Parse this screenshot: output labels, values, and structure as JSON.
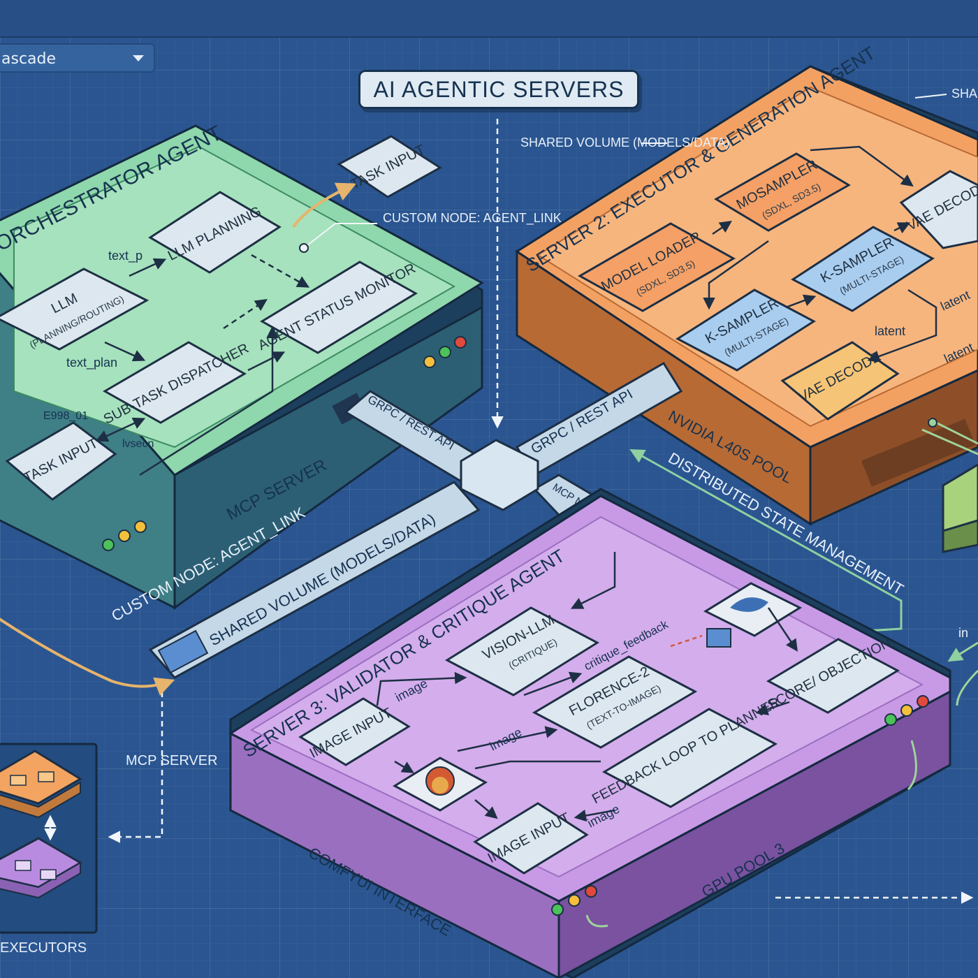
{
  "toolbar": {
    "dropdown_value": "ascade"
  },
  "title": "AI AGENTIC SERVERS",
  "colors": {
    "background": "#2a5590",
    "server1": "#7fcf9f",
    "server2": "#f3a162",
    "server3": "#c89ae6",
    "hub": "#c5d8e8",
    "node": "#dde7ef",
    "blue_node": "#a9cdef"
  },
  "server1": {
    "title": "ORCHESTRATOR AGENT",
    "footer": "MCP SERVER",
    "nodes": {
      "task_input_top": "TASK INPUT",
      "llm_planning": "LLM PLANNING",
      "llm_left": "LLM",
      "llm_left_sub": "(PLANNING/ROUTING)",
      "agent_status_monitor": "AGENT STATUS MONITOR",
      "sub_task_dispatcher": "SUB-TASK DISPATCHER",
      "task_input_bottom": "TASK INPUT"
    },
    "edge_labels": {
      "text_p": "text_p",
      "text_plan": "text_plan",
      "left_mid": "E998_01",
      "left_low": "lvsecn"
    },
    "custom_node": "CUSTOM NODE: AGENT_LINK"
  },
  "server2": {
    "title": "SERVER 2: EXECUTOR & GENERATION AGENT",
    "footer_left": "NVIDIA L40S POOL",
    "shared_volume": "SHARED VOLUME (MODELS/DATA)",
    "shared_volume_right": "SHA (MO",
    "nodes": {
      "mosampler": "MOSAMPLER",
      "mosampler_sub": "(SDXL, SD3.5)",
      "model_loader": "MODEL LOADER",
      "model_loader_sub": "(SDXL, SD3.5)",
      "vae_decode_top": "VAE DECODE",
      "k_sampler_right": "K-SAMPLER",
      "k_sampler_right_sub": "(MULTI-STAGE)",
      "k_sampler_left": "K-SAMPLER",
      "k_sampler_left_sub": "(MULTI-STAGE)",
      "vae_decode_bottom": "VAE DECODE"
    },
    "edge_labels": {
      "latent": "latent",
      "latent_right": "latent",
      "latent_right2": "latent"
    }
  },
  "hub": {
    "grpc_left": "GRPC / REST API",
    "grpc_right": "GRPC / REST API",
    "mcp_node": "MCP NODE",
    "shared_volume": "SHARED VOLUME (MODELS/DATA)",
    "custom_node": "CUSTOM NODE: AGENT_LINK",
    "distributed": "DISTRIBUTED STATE MANAGEMENT"
  },
  "server3": {
    "title": "SERVER 3: VALIDATOR & CRITIQUE AGENT",
    "footer_left": "COMFYUI INTERFACE",
    "footer_right": "GPU POOL 3",
    "nodes": {
      "vision_llm": "VISION-LLM",
      "vision_llm_sub": "(CRITIQUE)",
      "florence": "FLORENCE-2",
      "florence_sub": "(TEXT-TO-IMAGE)",
      "image_input_left": "IMAGE INPUT",
      "score": "SCORE/ OBJECTION",
      "feedback_loop": "FEEDBACK LOOP TO PLANNER",
      "image_input_bottom": "IMAGE INPUT"
    },
    "edge_labels": {
      "critique_feedback": "critique_feedback",
      "image_top": "image",
      "image_mid": "image",
      "image_right": "image"
    }
  },
  "left_panel": {
    "mcp_server": "MCP SERVER",
    "executors": "EXECUTORS"
  },
  "right_edge": {
    "in_label": "in"
  }
}
